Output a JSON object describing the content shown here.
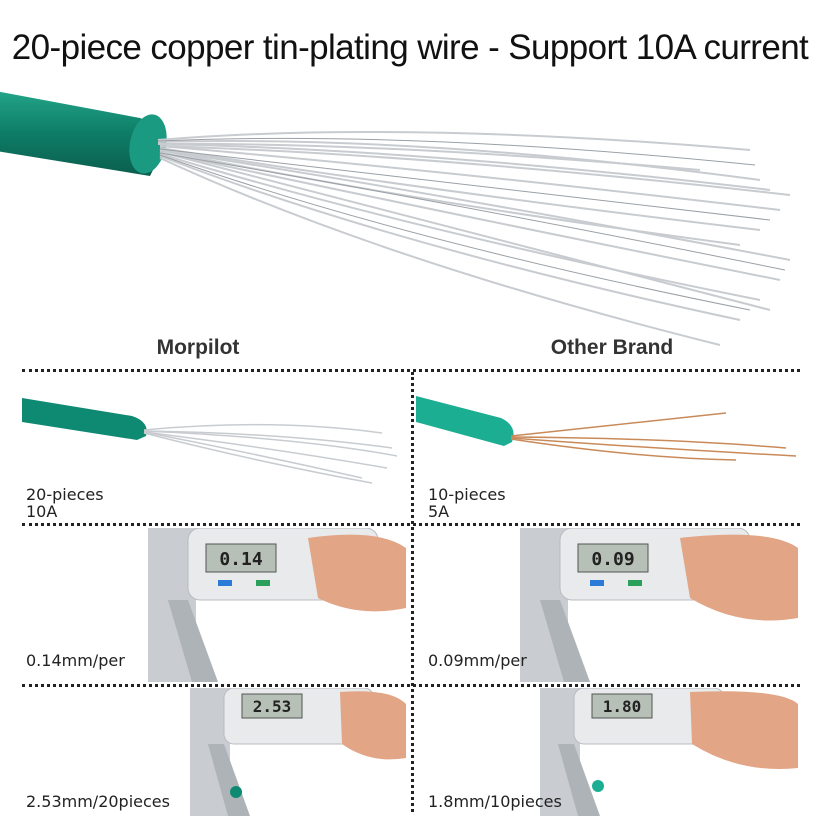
{
  "title": "20-piece copper tin-plating wire - Support 10A current",
  "columns": {
    "left": "Morpilot",
    "right": "Other Brand"
  },
  "rows": [
    {
      "left_line1": "20-pieces",
      "left_line2": "10A",
      "right_line1": "10-pieces",
      "right_line2": "5A"
    },
    {
      "left_line1": "0.14mm/per",
      "right_line1": "0.09mm/per",
      "left_reading": "0.14",
      "right_reading": "0.09"
    },
    {
      "left_line1": "2.53mm/20pieces",
      "right_line1": "1.8mm/10pieces",
      "left_reading": "2.53",
      "right_reading": "1.80"
    }
  ],
  "colors": {
    "insulation": "#0f8a72",
    "tinned": "#cfd3d6",
    "copper": "#c98a5a"
  },
  "icons": [
    "wire-bundle",
    "digital-caliper",
    "hand"
  ]
}
